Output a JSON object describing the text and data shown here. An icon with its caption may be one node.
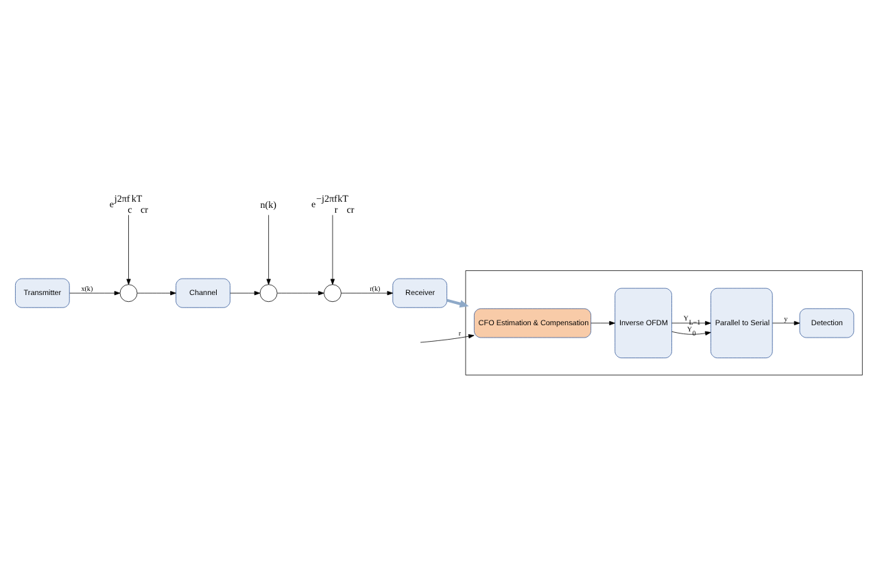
{
  "diagram": {
    "nodes": [
      {
        "text": [
          "Transmitter"
        ]
      },
      {
        "text": [],
        "shape": "circle"
      },
      {
        "text": [
          "Channel"
        ]
      },
      {
        "text": [],
        "shape": "circle"
      },
      {
        "text": [],
        "shape": "circle"
      },
      {
        "text": [
          "Receiver"
        ]
      },
      {
        "text": [
          "e$^{j2πf}$$_{c}$$^{kT}$$_{cr}$"
        ]
      },
      {
        "text": [
          "n(k)"
        ]
      },
      {
        "text": [
          "e$^{−j2πf}$$_{r}$$^{kT}$$_{cr}$"
        ]
      },
      {
        "text": [],
        "shape": "box"
      },
      {
        "text": [
          "CFO Estimation & Compensation"
        ],
        "in": 9
      },
      {
        "text": [
          "Inverse OFDM"
        ],
        "in": 9
      },
      {
        "text": [
          "Parallel to Serial"
        ],
        "in": 9
      },
      {
        "text": [
          "Detection"
        ],
        "in": 9
      }
    ],
    "edges": [
      {
        "from": 0,
        "to": 1,
        "arrow": "to",
        "label": "x(k)"
      },
      {
        "from": 1,
        "to": 2,
        "arrow": "to"
      },
      {
        "from": 2,
        "to": 3,
        "arrow": "to"
      },
      {
        "from": 3,
        "to": 4,
        "arrow": "to"
      },
      {
        "from": 4,
        "to": 5,
        "arrow": "to",
        "label": "r(k)"
      },
      {
        "from": 6,
        "to": 1,
        "arrow": "to"
      },
      {
        "from": 7,
        "to": 3,
        "arrow": "to"
      },
      {
        "from": 8,
        "to": 4,
        "arrow": "to"
      },
      {
        "from": 5,
        "to": 9,
        "arrow": "to",
        "style": "thick",
        "color": "#8ea9c8"
      },
      {
        "from": null,
        "to": 10,
        "arrow": "to",
        "label": "r"
      },
      {
        "from": 10,
        "to": 11,
        "arrow": "to"
      },
      {
        "from": 11,
        "to": 12,
        "arrow": "to",
        "label": "Y$_{0}$"
      },
      {
        "from": 11,
        "to": 12,
        "arrow": "to",
        "label": "Y$_{L−1}$"
      },
      {
        "from": 12,
        "to": 13,
        "arrow": "to",
        "label": "y"
      }
    ]
  }
}
